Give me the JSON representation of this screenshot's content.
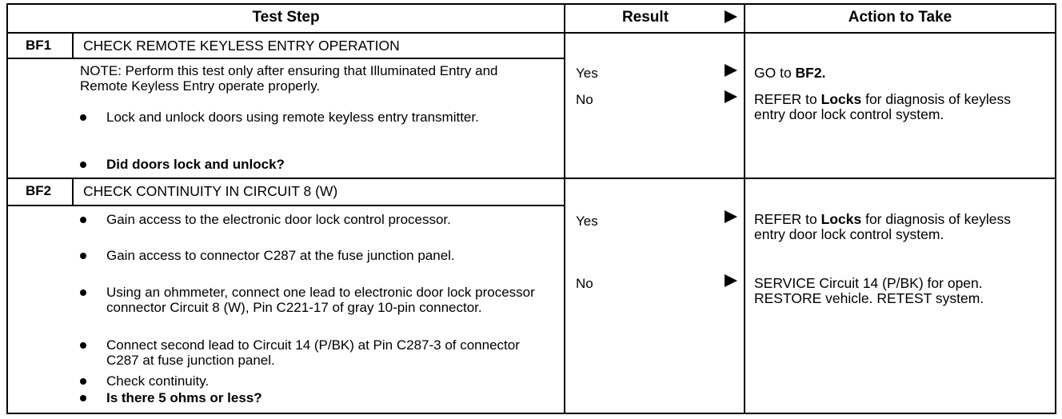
{
  "headers": {
    "test_step": "Test Step",
    "result": "Result",
    "action": "Action to Take"
  },
  "steps": [
    {
      "id": "BF1",
      "title": "CHECK REMOTE KEYLESS ENTRY OPERATION",
      "note": "NOTE: Perform this test only after ensuring that Illuminated Entry and Remote Keyless Entry operate properly.",
      "bullets": [
        "Lock and unlock doors using remote keyless entry transmitter.",
        "Did doors lock and unlock?"
      ],
      "results": [
        {
          "result": "Yes",
          "action_prefix": "GO to ",
          "action_bold": "BF2.",
          "action_suffix": ""
        },
        {
          "result": "No",
          "action_prefix": "REFER to ",
          "action_bold": "Locks",
          "action_suffix": " for diagnosis of keyless entry door lock control system."
        }
      ]
    },
    {
      "id": "BF2",
      "title": "CHECK CONTINUITY IN CIRCUIT 8 (W)",
      "bullets": [
        "Gain access to the electronic door lock control processor.",
        "Gain access to connector C287 at the fuse junction panel.",
        "Using an ohmmeter, connect one lead to electronic door lock processor connector Circuit 8 (W), Pin C221-17 of gray 10-pin connector.",
        "Connect second lead to Circuit 14 (P/BK) at Pin C287-3 of connector C287 at fuse junction panel.",
        "Check continuity.",
        "Is there 5 ohms or less?"
      ],
      "results": [
        {
          "result": "Yes",
          "action_prefix": "REFER to ",
          "action_bold": "Locks",
          "action_suffix": " for diagnosis of keyless entry door lock control system."
        },
        {
          "result": "No",
          "action_prefix": "SERVICE Circuit 14 (P/BK) for open. RESTORE vehicle. RETEST system.",
          "action_bold": "",
          "action_suffix": ""
        }
      ]
    }
  ]
}
